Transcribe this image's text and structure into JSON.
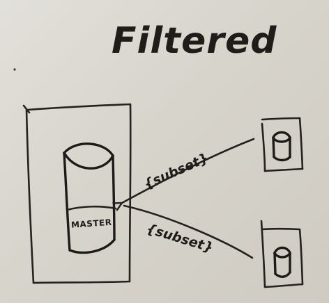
{
  "diagram": {
    "title": "Filtered",
    "master_label": "MASTER",
    "edges": [
      {
        "label": "{subset}"
      },
      {
        "label": "{subset}"
      }
    ]
  }
}
